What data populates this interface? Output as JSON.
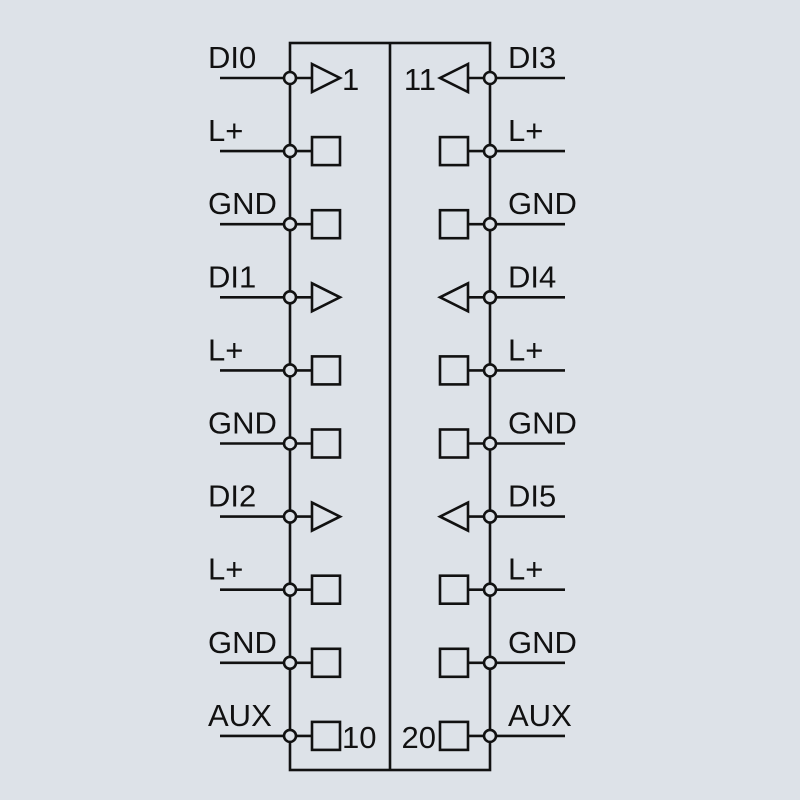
{
  "left_terminals": [
    {
      "label": "DI0",
      "symbol": "input-arrow",
      "number": "1"
    },
    {
      "label": "L+",
      "symbol": "square"
    },
    {
      "label": "GND",
      "symbol": "square"
    },
    {
      "label": "DI1",
      "symbol": "input-arrow"
    },
    {
      "label": "L+",
      "symbol": "square"
    },
    {
      "label": "GND",
      "symbol": "square"
    },
    {
      "label": "DI2",
      "symbol": "input-arrow"
    },
    {
      "label": "L+",
      "symbol": "square"
    },
    {
      "label": "GND",
      "symbol": "square"
    },
    {
      "label": "AUX",
      "symbol": "square",
      "number": "10"
    }
  ],
  "right_terminals": [
    {
      "label": "DI3",
      "symbol": "input-arrow",
      "number": "11"
    },
    {
      "label": "L+",
      "symbol": "square"
    },
    {
      "label": "GND",
      "symbol": "square"
    },
    {
      "label": "DI4",
      "symbol": "input-arrow"
    },
    {
      "label": "L+",
      "symbol": "square"
    },
    {
      "label": "GND",
      "symbol": "square"
    },
    {
      "label": "DI5",
      "symbol": "input-arrow"
    },
    {
      "label": "L+",
      "symbol": "square"
    },
    {
      "label": "GND",
      "symbol": "square"
    },
    {
      "label": "AUX",
      "symbol": "square",
      "number": "20"
    }
  ],
  "colors": {
    "background": "#dde2e8",
    "line": "#111111"
  }
}
